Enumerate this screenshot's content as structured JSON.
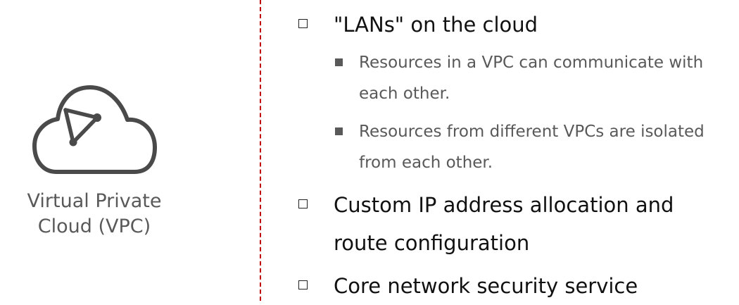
{
  "left": {
    "icon": "cloud-network-icon",
    "title": "Virtual Private Cloud (VPC)"
  },
  "bullets": [
    {
      "text": "\"LANs\" on the cloud",
      "sub": [
        "Resources in a VPC can communicate with each other.",
        "Resources from different VPCs are isolated from each other."
      ]
    },
    {
      "text": "Custom IP address allocation and route configuration",
      "sub": []
    },
    {
      "text": "Core network security service",
      "sub": []
    }
  ],
  "colors": {
    "divider": "#c00000",
    "icon": "#4a4a4a",
    "label": "#595959",
    "main_text": "#111111",
    "sub_text": "#595959"
  }
}
